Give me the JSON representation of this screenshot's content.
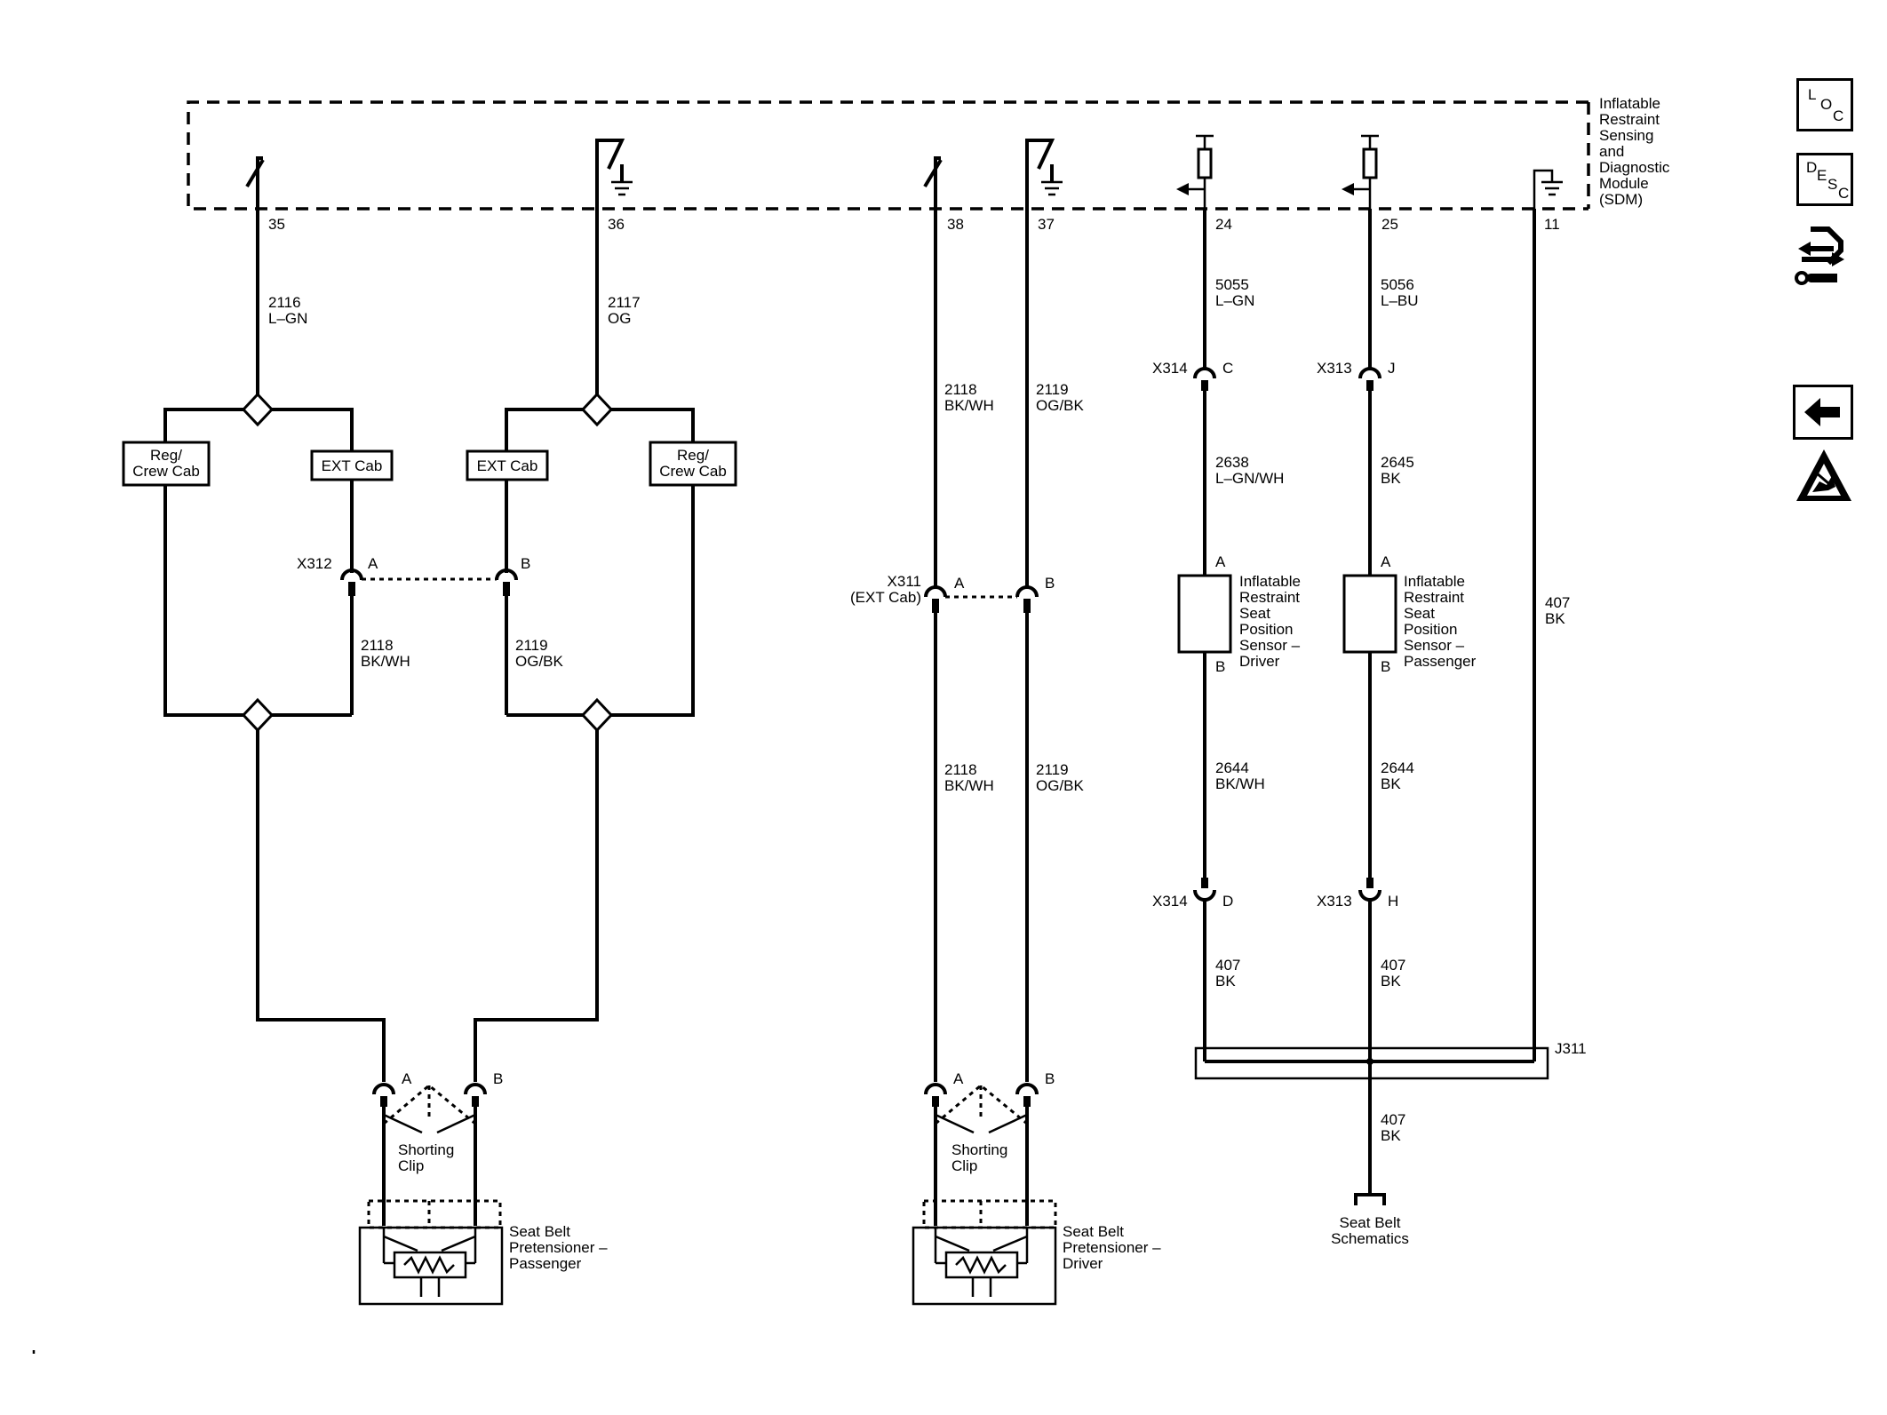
{
  "module": {
    "title_lines": [
      "Inflatable",
      "Restraint",
      "Sensing",
      "and",
      "Diagnostic",
      "Module",
      "(SDM)"
    ],
    "pins": [
      "35",
      "36",
      "38",
      "37",
      "24",
      "25",
      "11"
    ]
  },
  "wires": {
    "w2116": [
      "2116",
      "L–GN"
    ],
    "w2117": [
      "2117",
      "OG"
    ],
    "w2118_left": [
      "2118",
      "BK/WH"
    ],
    "w2119_left": [
      "2119",
      "OG/BK"
    ],
    "w2118_mid_top": [
      "2118",
      "BK/WH"
    ],
    "w2119_mid_top": [
      "2119",
      "OG/BK"
    ],
    "w2118_mid_bot": [
      "2118",
      "BK/WH"
    ],
    "w2119_mid_bot": [
      "2119",
      "OG/BK"
    ],
    "w5055": [
      "5055",
      "L–GN"
    ],
    "w5056": [
      "5056",
      "L–BU"
    ],
    "w2638": [
      "2638",
      "L–GN/WH"
    ],
    "w2645": [
      "2645",
      "BK"
    ],
    "w2644_a": [
      "2644",
      "BK/WH"
    ],
    "w2644_b": [
      "2644",
      "BK"
    ],
    "w407_a": [
      "407",
      "BK"
    ],
    "w407_b": [
      "407",
      "BK"
    ],
    "w407_c": [
      "407",
      "BK"
    ],
    "w407_d": [
      "407",
      "BK"
    ]
  },
  "options": {
    "reg_crew_cab": [
      "Reg/",
      "Crew Cab"
    ],
    "ext_cab": "EXT Cab"
  },
  "connectors": {
    "x312": "X312",
    "x311": [
      "X311",
      "(EXT Cab)"
    ],
    "x314": "X314",
    "x313": "X313",
    "j311": "J311",
    "pin_a": "A",
    "pin_b": "B",
    "pin_c": "C",
    "pin_d": "D",
    "pin_j": "J",
    "pin_h": "H"
  },
  "components": {
    "shorting_clip": [
      "Shorting",
      "Clip"
    ],
    "pretensioner_passenger": [
      "Seat Belt",
      "Pretensioner –",
      "Passenger"
    ],
    "pretensioner_driver": [
      "Seat Belt",
      "Pretensioner –",
      "Driver"
    ],
    "sensor_driver": [
      "Inflatable",
      "Restraint",
      "Seat",
      "Position",
      "Sensor –",
      "Driver"
    ],
    "sensor_passenger": [
      "Inflatable",
      "Restraint",
      "Seat",
      "Position",
      "Sensor –",
      "Passenger"
    ],
    "seat_belt_schematics": [
      "Seat Belt",
      "Schematics"
    ]
  },
  "sidebar": {
    "loc": [
      "L",
      "O",
      "C"
    ],
    "desc": [
      "D",
      "E",
      "S",
      "C"
    ]
  }
}
